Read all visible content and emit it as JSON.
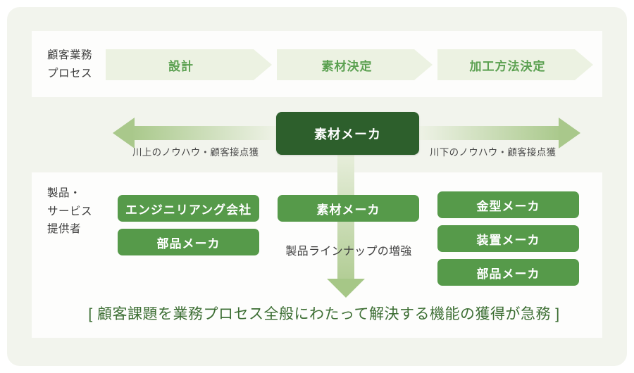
{
  "colors": {
    "card_bg": "#f2f4ed",
    "panel_bg": "#fdfdfc",
    "chevron_bg": "#ecf2e2",
    "chevron_text": "#5aa050",
    "dark_box_bg": "#2d5f2c",
    "green_box_bg": "#569a4a",
    "arrow_green": "#a9c88b",
    "footer_text": "#3c6e33"
  },
  "process": {
    "label_line1": "顧客業務",
    "label_line2": "プロセス",
    "steps": [
      "設計",
      "素材決定",
      "加工方法決定"
    ]
  },
  "hub": {
    "box_label": "素材メーカ",
    "left_note": "川上のノウハウ・顧客接点獲",
    "right_note": "川下のノウハウ・顧客接点獲"
  },
  "providers": {
    "label_line1": "製品・",
    "label_line2": "サービス",
    "label_line3": "提供者",
    "left_column": [
      "エンジニリアング会社",
      "部品メーカ"
    ],
    "middle_column": [
      "素材メーカ"
    ],
    "middle_note": "製品ラインナップの増強",
    "right_column": [
      "金型メーカ",
      "装置メーカ",
      "部品メーカ"
    ]
  },
  "footer": {
    "message": "[ 顧客課題を業務プロセス全般にわたって解決する機能の獲得が急務 ]"
  }
}
